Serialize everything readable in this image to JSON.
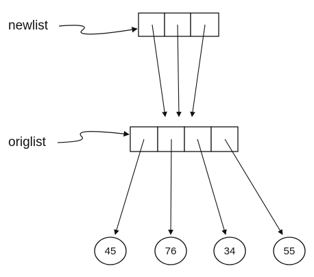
{
  "labels": {
    "newlist": "newlist",
    "origlist": "origlist"
  },
  "values": [
    "45",
    "76",
    "34",
    "55"
  ],
  "colors": {
    "stroke": "#111111",
    "cell_fill": "#ffffff",
    "node_fill": "#ffffff"
  }
}
